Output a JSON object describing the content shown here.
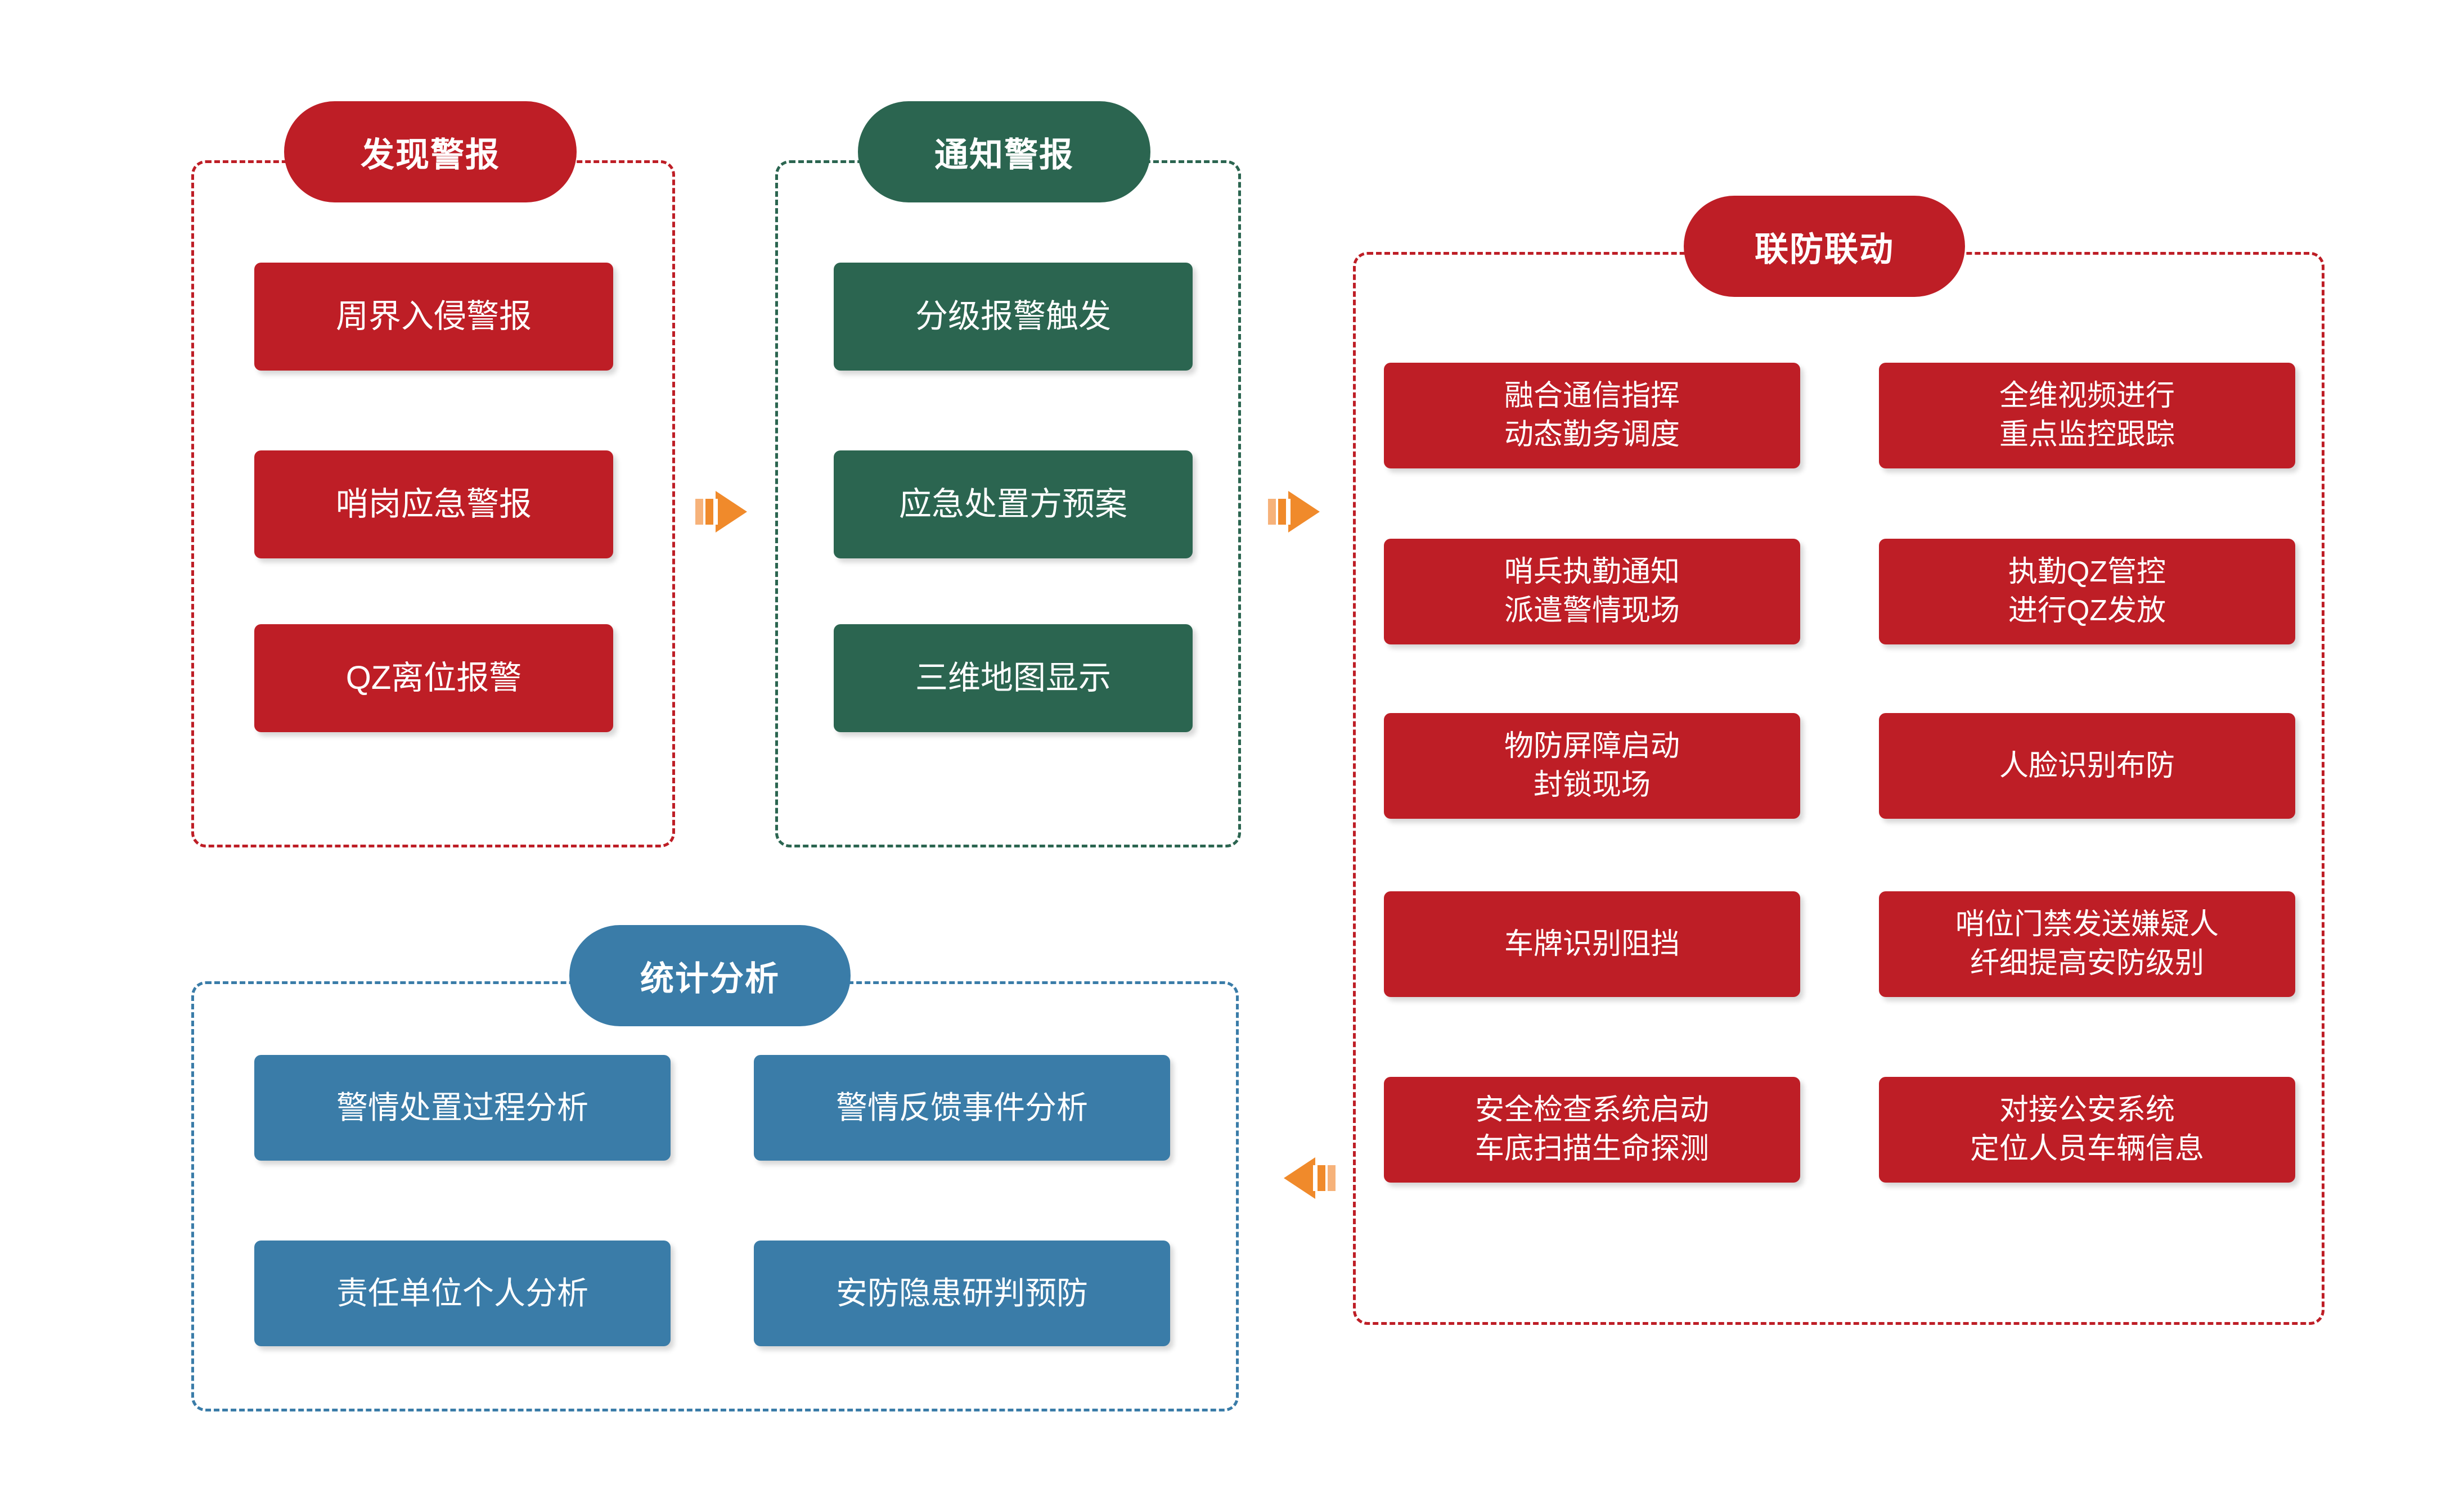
{
  "diagram": {
    "title_colors": {
      "red": "#BE1E26",
      "green": "#2B6550",
      "blue": "#3A7CA8",
      "arrow_orange": "#F08A2B",
      "background": "#FFFFFF"
    },
    "groups": [
      {
        "id": "discover-alarm",
        "title": "发现警报",
        "color": "red",
        "items": [
          "周界入侵警报",
          "哨岗应急警报",
          "QZ离位报警"
        ]
      },
      {
        "id": "notify-alarm",
        "title": "通知警报",
        "color": "green",
        "items": [
          "分级报警触发",
          "应急处置方预案",
          "三维地图显示"
        ]
      },
      {
        "id": "joint-defense",
        "title": "联防联动",
        "color": "red",
        "items": [
          "融合通信指挥\n动态勤务调度",
          "全维视频进行\n重点监控跟踪",
          "哨兵执勤通知\n派遣警情现场",
          "执勤QZ管控\n进行QZ发放",
          "物防屏障启动\n封锁现场",
          "人脸识别布防",
          "车牌识别阻挡",
          "哨位门禁发送嫌疑人\n纤细提高安防级别",
          "安全检查系统启动\n车底扫描生命探测",
          "对接公安系统\n定位人员车辆信息"
        ]
      },
      {
        "id": "statistics-analysis",
        "title": "统计分析",
        "color": "blue",
        "items": [
          "警情处置过程分析",
          "警情反馈事件分析",
          "责任单位个人分析",
          "安防隐患研判预防"
        ]
      }
    ],
    "arrows": [
      {
        "id": "arrow-discover-to-notify",
        "direction": "right"
      },
      {
        "id": "arrow-notify-to-joint",
        "direction": "right"
      },
      {
        "id": "arrow-joint-to-statistics",
        "direction": "left"
      }
    ]
  }
}
